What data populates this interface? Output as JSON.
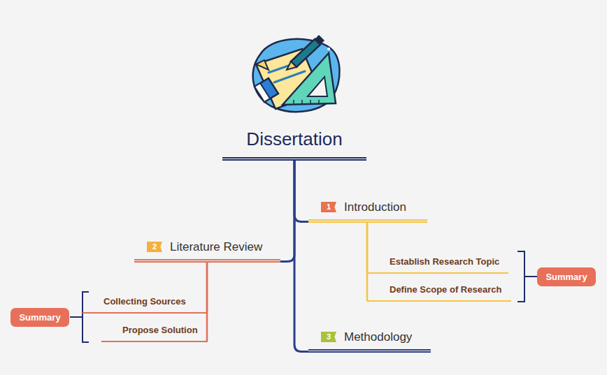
{
  "diagram": {
    "nodes": [
      {
        "text": [
          "Dissertation"
        ]
      },
      {
        "text": [
          "1",
          "Introduction"
        ]
      },
      {
        "text": [
          "Establish Research Topic"
        ]
      },
      {
        "text": [
          "Define Scope of Research"
        ]
      },
      {
        "text": [
          "Summary"
        ]
      },
      {
        "text": [
          "2",
          "Literature Review"
        ]
      },
      {
        "text": [
          "Collecting Sources"
        ]
      },
      {
        "text": [
          "Propose Solution"
        ]
      },
      {
        "text": [
          "Summary"
        ]
      },
      {
        "text": [
          "3",
          "Methodology"
        ]
      }
    ],
    "edges": [
      {
        "from": 0,
        "to": 1,
        "arrow": "none"
      },
      {
        "from": 0,
        "to": 5,
        "arrow": "none"
      },
      {
        "from": 0,
        "to": 9,
        "arrow": "none"
      },
      {
        "from": 1,
        "to": 2,
        "arrow": "none"
      },
      {
        "from": 1,
        "to": 3,
        "arrow": "none"
      },
      {
        "from": 5,
        "to": 6,
        "arrow": "none"
      },
      {
        "from": 5,
        "to": 7,
        "arrow": "none"
      }
    ]
  }
}
